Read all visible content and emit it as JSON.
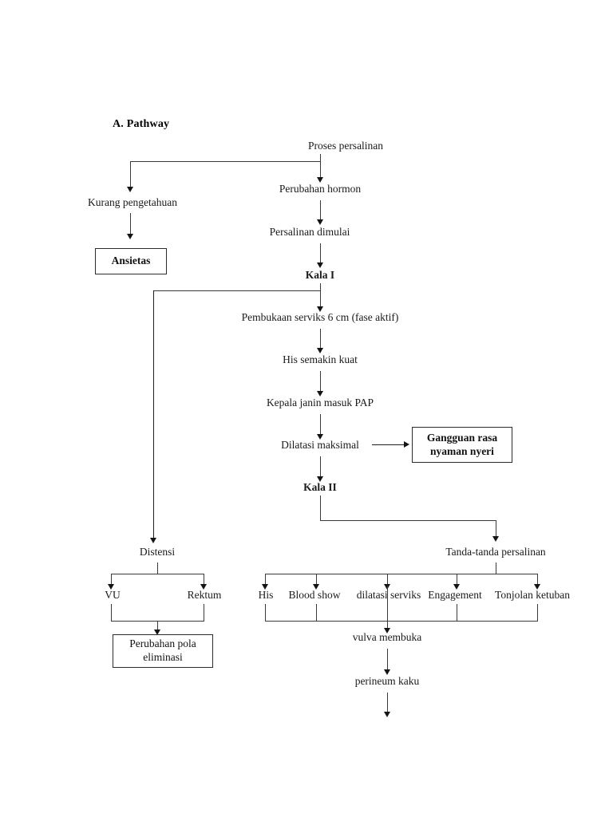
{
  "document": {
    "heading": "A.  Pathway",
    "type": "clinical-pathway-flowchart",
    "language": "id"
  },
  "nodes": {
    "proses_persalinan": "Proses persalinan",
    "kurang_pengetahuan": "Kurang pengetahuan",
    "ansietas": "Ansietas",
    "perubahan_hormon": "Perubahan hormon",
    "persalinan_dimulai": "Persalinan dimulai",
    "kala_1": "Kala I",
    "pembukaan_serviks": "Pembukaan serviks 6 cm (fase aktif)",
    "his_semakin_kuat": "His semakin kuat",
    "kepala_janin": "Kepala janin masuk PAP",
    "dilatasi_maksimal": "Dilatasi maksimal",
    "gangguan_nyeri_line1": "Gangguan rasa",
    "gangguan_nyeri_line2": "nyaman nyeri",
    "kala_2": "Kala II",
    "distensi": "Distensi",
    "vu": "VU",
    "rektum": "Rektum",
    "perubahan_eliminasi_line1": "Perubahan pola",
    "perubahan_eliminasi_line2": "eliminasi",
    "tanda_tanda": "Tanda-tanda persalinan",
    "his": "His",
    "blood_show": "Blood show",
    "dilatasi_serviks": "dilatasi serviks",
    "engagement": "Engagement",
    "tonjolan_ketuban": "Tonjolan ketuban",
    "vulva_membuka": "vulva membuka",
    "perineum_kaku": "perineum kaku"
  },
  "colors": {
    "text": "#1a1a1a",
    "line": "#3a3a3a",
    "arrow": "#141414",
    "box_border": "#2b2b2b",
    "background": "#ffffff"
  }
}
